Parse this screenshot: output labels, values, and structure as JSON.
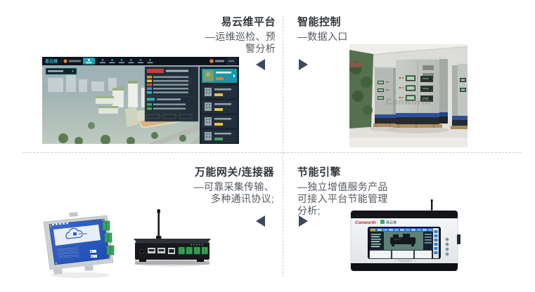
{
  "colors": {
    "background": "#ffffff",
    "heading": "#33373c",
    "body_text": "#54595f",
    "arrow": "#3e4a5c",
    "dashed_line": "#c9cdd1",
    "teal_accent": "#1fa9b8",
    "brand_red": "#c3222b",
    "brand_green": "#2fae62"
  },
  "features": {
    "platform": {
      "title": "易云维平台",
      "desc_lines": [
        "—运维巡检、预",
        "警分析"
      ]
    },
    "control": {
      "title": "智能控制",
      "desc_lines": [
        "—数据入口"
      ]
    },
    "gateway": {
      "title": "万能网关/连接器",
      "desc_lines": [
        "—可靠采集传输、",
        "多种通讯协议;"
      ]
    },
    "engine": {
      "title": "节能引擎",
      "desc_lines": [
        "—独立增值服务产品",
        "可接入平台节能管理",
        "分析;"
      ]
    }
  },
  "dashboard": {
    "logo": "易云维"
  },
  "cabinets": {
    "watermark": "Conworth"
  },
  "device": {
    "brand": "Conworth",
    "logo_text": "易云维"
  }
}
